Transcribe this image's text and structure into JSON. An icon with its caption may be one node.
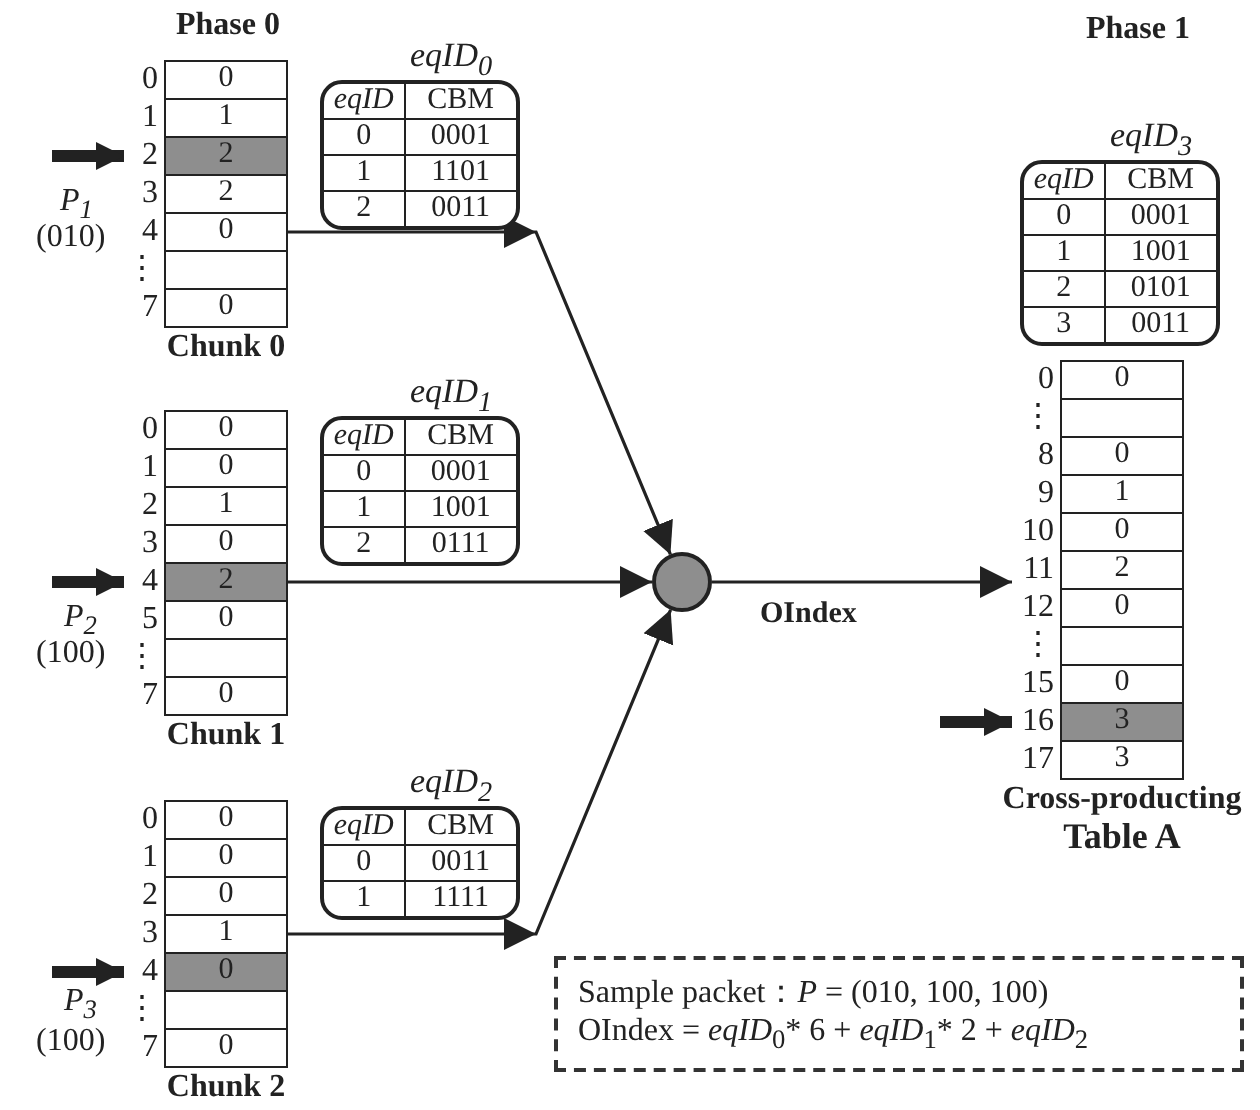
{
  "diagram": {
    "nodes": [
      {
        "text": [
          "Chunk 0"
        ]
      },
      {
        "text": [
          "0"
        ],
        "in": 0,
        "beside": [
          "0"
        ]
      },
      {
        "text": [
          "1"
        ],
        "in": 0,
        "beside": [
          "1"
        ]
      },
      {
        "text": [
          "2"
        ],
        "in": 0,
        "beside": [
          "2"
        ]
      },
      {
        "text": [
          "2"
        ],
        "in": 0,
        "beside": [
          "3"
        ]
      },
      {
        "text": [
          "0"
        ],
        "in": 0,
        "beside": [
          "4"
        ]
      },
      {
        "text": [],
        "shape": "box",
        "in": 0,
        "beside": [
          "⋮"
        ]
      },
      {
        "text": [
          "0"
        ],
        "in": 0,
        "beside": [
          "7"
        ]
      },
      {
        "text": [
          "eqID$_{0}$",
          "eqID",
          "CBM",
          "0",
          "0001",
          "1",
          "1101",
          "2",
          "0011"
        ]
      },
      {
        "text": [
          "Chunk 1"
        ]
      },
      {
        "text": [
          "0"
        ],
        "in": 9,
        "beside": [
          "0"
        ]
      },
      {
        "text": [
          "0"
        ],
        "in": 9,
        "beside": [
          "1"
        ]
      },
      {
        "text": [
          "1"
        ],
        "in": 9,
        "beside": [
          "2"
        ]
      },
      {
        "text": [
          "0"
        ],
        "in": 9,
        "beside": [
          "3"
        ]
      },
      {
        "text": [
          "2"
        ],
        "in": 9,
        "beside": [
          "4"
        ]
      },
      {
        "text": [
          "0"
        ],
        "in": 9,
        "beside": [
          "5"
        ]
      },
      {
        "text": [],
        "shape": "box",
        "in": 9,
        "beside": [
          "⋮"
        ]
      },
      {
        "text": [
          "0"
        ],
        "in": 9,
        "beside": [
          "7"
        ]
      },
      {
        "text": [
          "eqID$_{1}$",
          "eqID",
          "CBM",
          "0",
          "0001",
          "1",
          "1001",
          "2",
          "0111"
        ]
      },
      {
        "text": [
          "Chunk 2"
        ]
      },
      {
        "text": [
          "0"
        ],
        "in": 19,
        "beside": [
          "0"
        ]
      },
      {
        "text": [
          "0"
        ],
        "in": 19,
        "beside": [
          "1"
        ]
      },
      {
        "text": [
          "0"
        ],
        "in": 19,
        "beside": [
          "2"
        ]
      },
      {
        "text": [
          "1"
        ],
        "in": 19,
        "beside": [
          "3"
        ]
      },
      {
        "text": [
          "0"
        ],
        "in": 19,
        "beside": [
          "4"
        ]
      },
      {
        "text": [],
        "shape": "box",
        "in": 19,
        "beside": [
          "⋮"
        ]
      },
      {
        "text": [
          "0"
        ],
        "in": 19,
        "beside": [
          "7"
        ]
      },
      {
        "text": [
          "eqID$_{2}$",
          "eqID",
          "CBM",
          "0",
          "0011",
          "1",
          "1111"
        ]
      },
      {
        "text": [],
        "shape": "circle"
      },
      {
        "text": [
          "eqID$_{3}$",
          "eqID",
          "CBM",
          "0",
          "0001",
          "1",
          "1001",
          "2",
          "0101",
          "3",
          "0011"
        ]
      },
      {
        "text": [
          "Cross-producting",
          "Table A"
        ]
      },
      {
        "text": [
          "0"
        ],
        "in": 30,
        "beside": [
          "0"
        ]
      },
      {
        "text": [],
        "shape": "box",
        "in": 30,
        "beside": [
          "⋮"
        ]
      },
      {
        "text": [
          "0"
        ],
        "in": 30,
        "beside": [
          "8"
        ]
      },
      {
        "text": [
          "1"
        ],
        "in": 30,
        "beside": [
          "9"
        ]
      },
      {
        "text": [
          "0"
        ],
        "in": 30,
        "beside": [
          "10"
        ]
      },
      {
        "text": [
          "2"
        ],
        "in": 30,
        "beside": [
          "11"
        ]
      },
      {
        "text": [
          "0"
        ],
        "in": 30,
        "beside": [
          "12"
        ]
      },
      {
        "text": [],
        "shape": "box",
        "in": 30,
        "beside": [
          "⋮"
        ]
      },
      {
        "text": [
          "0"
        ],
        "in": 30,
        "beside": [
          "15"
        ]
      },
      {
        "text": [
          "3"
        ],
        "in": 30,
        "beside": [
          "16"
        ]
      },
      {
        "text": [
          "3"
        ],
        "in": 30,
        "beside": [
          "17"
        ]
      },
      {
        "text": [
          "Sample packet：*P* = (010, 100, 100)",
          "OIndex = *eqID*$_{0}$* 6 + *eqID*$_{1}$* 2 + *eqID*$_{2}$"
        ]
      }
    ],
    "edges": [
      {
        "from": null,
        "to": 3,
        "arrow": "to",
        "style": "thick"
      },
      {
        "from": 5,
        "to": 28,
        "arrow": "to"
      },
      {
        "from": null,
        "to": 14,
        "arrow": "to",
        "style": "thick"
      },
      {
        "from": 14,
        "to": 28,
        "arrow": "to"
      },
      {
        "from": null,
        "to": 24,
        "arrow": "to",
        "style": "thick"
      },
      {
        "from": 23,
        "to": 28,
        "arrow": "to"
      },
      {
        "from": 28,
        "to": 30,
        "arrow": "to",
        "label": "OIndex"
      },
      {
        "from": null,
        "to": 40,
        "arrow": "to",
        "style": "thick"
      }
    ],
    "labels": [
      "Phase 0",
      "Phase 1",
      "P$_{1}$",
      "(010)",
      "P$_{2}$",
      "(100)",
      "P$_{3}$",
      "(100)"
    ]
  }
}
